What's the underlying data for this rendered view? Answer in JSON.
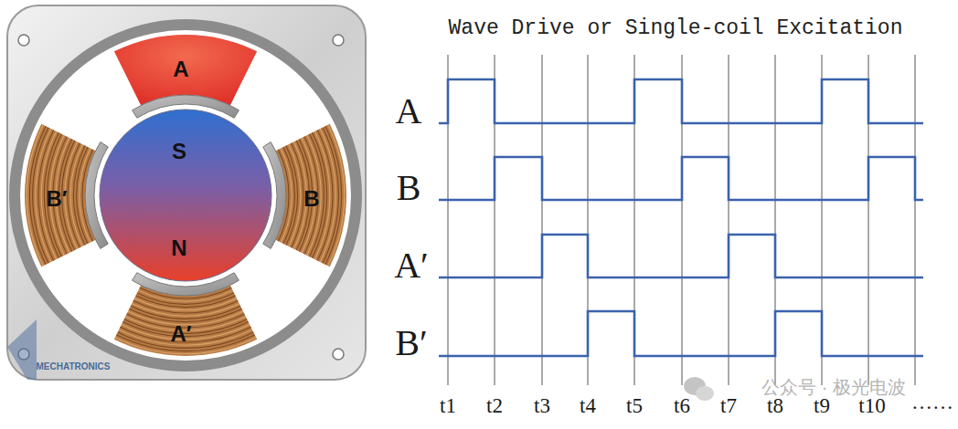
{
  "diagram": {
    "title": "Wave Drive or Single-coil Excitation",
    "nodes": [
      {
        "text": [
          "A"
        ]
      },
      {
        "text": [
          "B′"
        ]
      },
      {
        "text": [
          "S",
          "N"
        ]
      },
      {
        "text": [
          "B"
        ]
      },
      {
        "text": [
          "A′"
        ]
      }
    ],
    "labels": [
      "A",
      "B",
      "A′",
      "B′",
      "t1",
      "t2",
      "t3",
      "t4",
      "t5",
      "t6",
      "t7",
      "t8",
      "t9",
      "t10",
      "……",
      "公众号 · 极光电波",
      "MECHATRONICS"
    ]
  }
}
